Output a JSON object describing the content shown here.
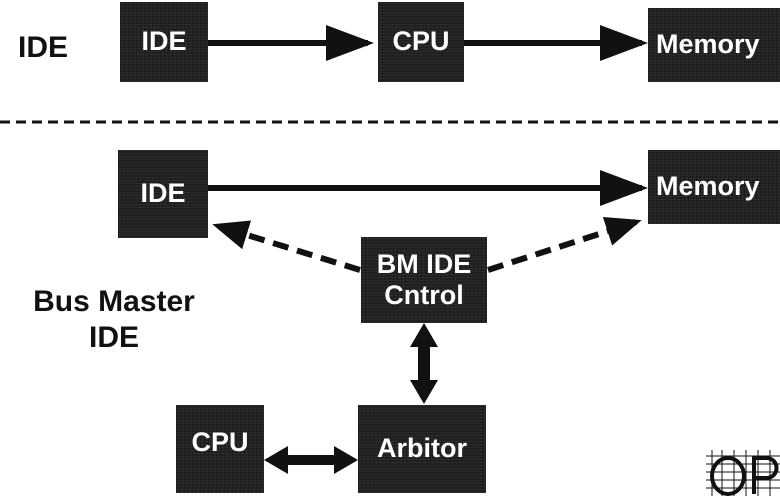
{
  "section_labels": {
    "ide": "IDE",
    "bus_master_line1": "Bus Master",
    "bus_master_line2": "IDE"
  },
  "top_flow": {
    "ide": "IDE",
    "cpu": "CPU",
    "memory": "Memory"
  },
  "bus_master_flow": {
    "ide": "IDE",
    "memory": "Memory",
    "bm_ide_line1": "BM IDE",
    "bm_ide_line2": "Cntrol",
    "cpu": "CPU",
    "arbitor": "Arbitor"
  },
  "logo_text": "OP",
  "colors": {
    "box": "#222222",
    "box_text": "#ffffff",
    "line": "#111111",
    "background": "#ffffff"
  }
}
